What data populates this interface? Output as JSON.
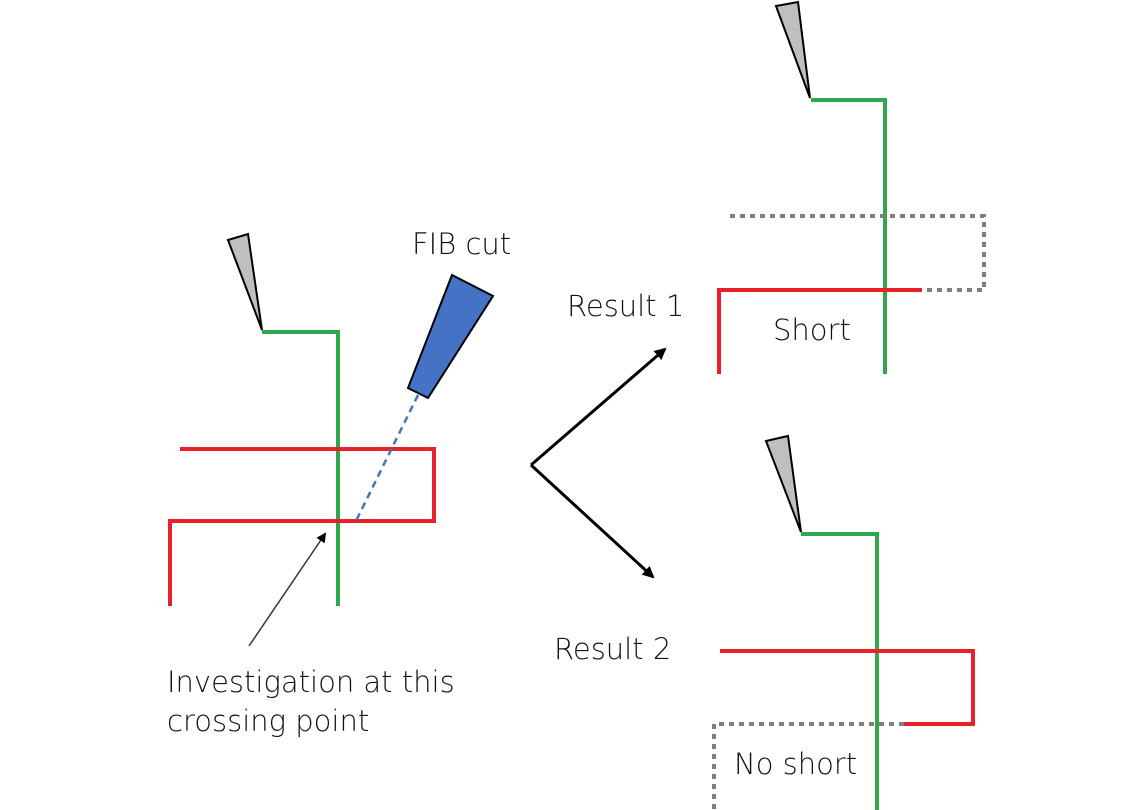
{
  "colors": {
    "green_trace": "#2ea84a",
    "red_trace": "#e8202a",
    "removed_trace": "#7f7f7f",
    "fib_beam": "#4472c4",
    "probe": "#bfbfbf",
    "outline": "#000000"
  },
  "labels": {
    "fib_cut": "FIB cut",
    "investigation_line1": "Investigation at this",
    "investigation_line2": "crossing point",
    "result1": "Result 1",
    "result2": "Result 2",
    "short": "Short",
    "no_short": "No short"
  }
}
